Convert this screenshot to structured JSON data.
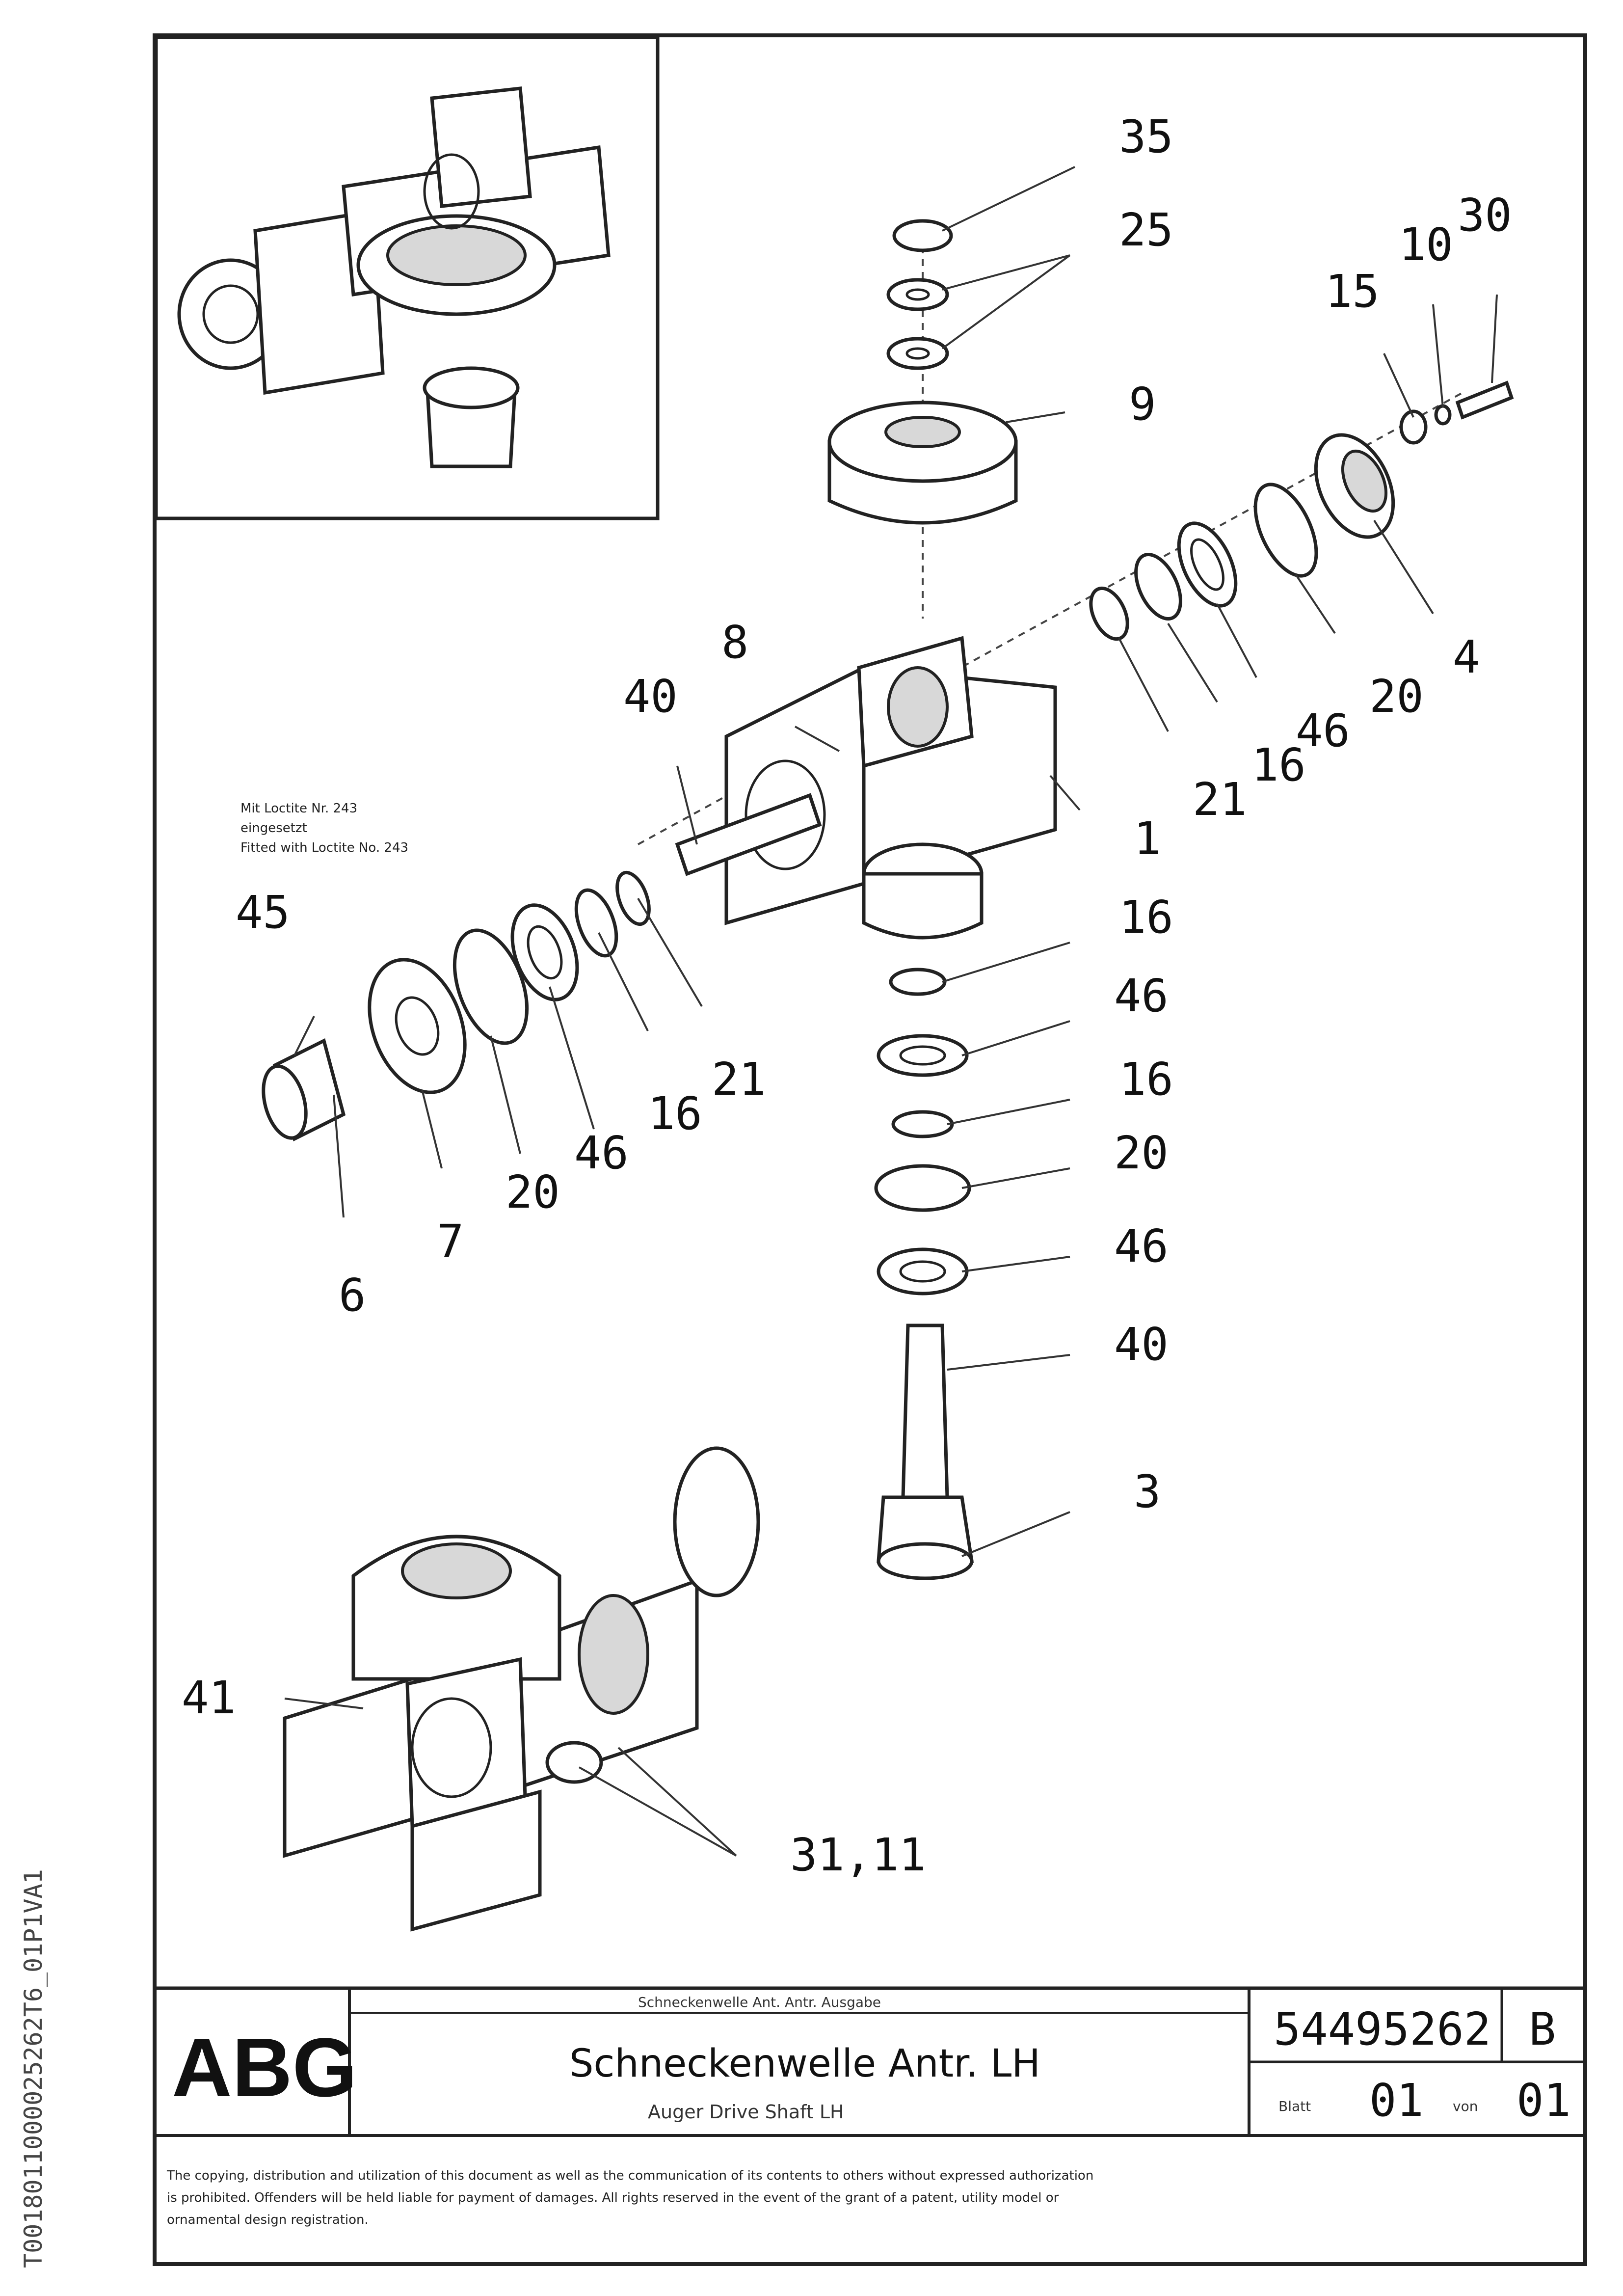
{
  "callouts": [
    {
      "id": "c35a",
      "text": "35"
    },
    {
      "id": "c25a",
      "text": "25"
    },
    {
      "id": "c30",
      "text": "30"
    },
    {
      "id": "c10",
      "text": "10"
    },
    {
      "id": "c15",
      "text": "15"
    },
    {
      "id": "c9",
      "text": "9"
    },
    {
      "id": "c8",
      "text": "8"
    },
    {
      "id": "c40a",
      "text": "40"
    },
    {
      "id": "c4",
      "text": "4"
    },
    {
      "id": "c20a",
      "text": "20"
    },
    {
      "id": "c46a",
      "text": "46"
    },
    {
      "id": "c16a",
      "text": "16"
    },
    {
      "id": "c21a",
      "text": "21"
    },
    {
      "id": "c1",
      "text": "1"
    },
    {
      "id": "c45",
      "text": "45"
    },
    {
      "id": "c16b",
      "text": "16"
    },
    {
      "id": "c46b",
      "text": "46"
    },
    {
      "id": "c16c",
      "text": "16"
    },
    {
      "id": "c20b",
      "text": "20"
    },
    {
      "id": "c46c",
      "text": "46"
    },
    {
      "id": "c40b",
      "text": "40"
    },
    {
      "id": "c3",
      "text": "3"
    },
    {
      "id": "c21b",
      "text": "21"
    },
    {
      "id": "c16d",
      "text": "16"
    },
    {
      "id": "c46d",
      "text": "46"
    },
    {
      "id": "c20c",
      "text": "20"
    },
    {
      "id": "c7",
      "text": "7"
    },
    {
      "id": "c6",
      "text": "6"
    },
    {
      "id": "c41",
      "text": "41"
    },
    {
      "id": "c3111",
      "text": "31,11"
    }
  ],
  "note45": [
    "Mit Loctite Nr. 243",
    "eingesetzt",
    "Fitted with Loctite No. 243"
  ],
  "title_block": {
    "logo": "ABG",
    "top_note": "Schneckenwelle Ant. Antr. Ausgabe",
    "title_de": "Schneckenwelle Antr. LH",
    "title_en": "Auger Drive Shaft LH",
    "drawing_no": "54495262",
    "revision": "B",
    "sheet_label": "Blatt",
    "sheet_no": "01",
    "of_label": "von",
    "sheet_total": "01"
  },
  "disclaimer": [
    "The copying, distribution and utilization of this document as well as the communication of its contents to others without expressed authorization",
    "is prohibited. Offenders will be held liable for payment of damages. All rights reserved in the event of the grant of a patent, utility model or",
    "ornamental design registration."
  ],
  "side_code": "T0018011000025262T6_01P1VA1"
}
